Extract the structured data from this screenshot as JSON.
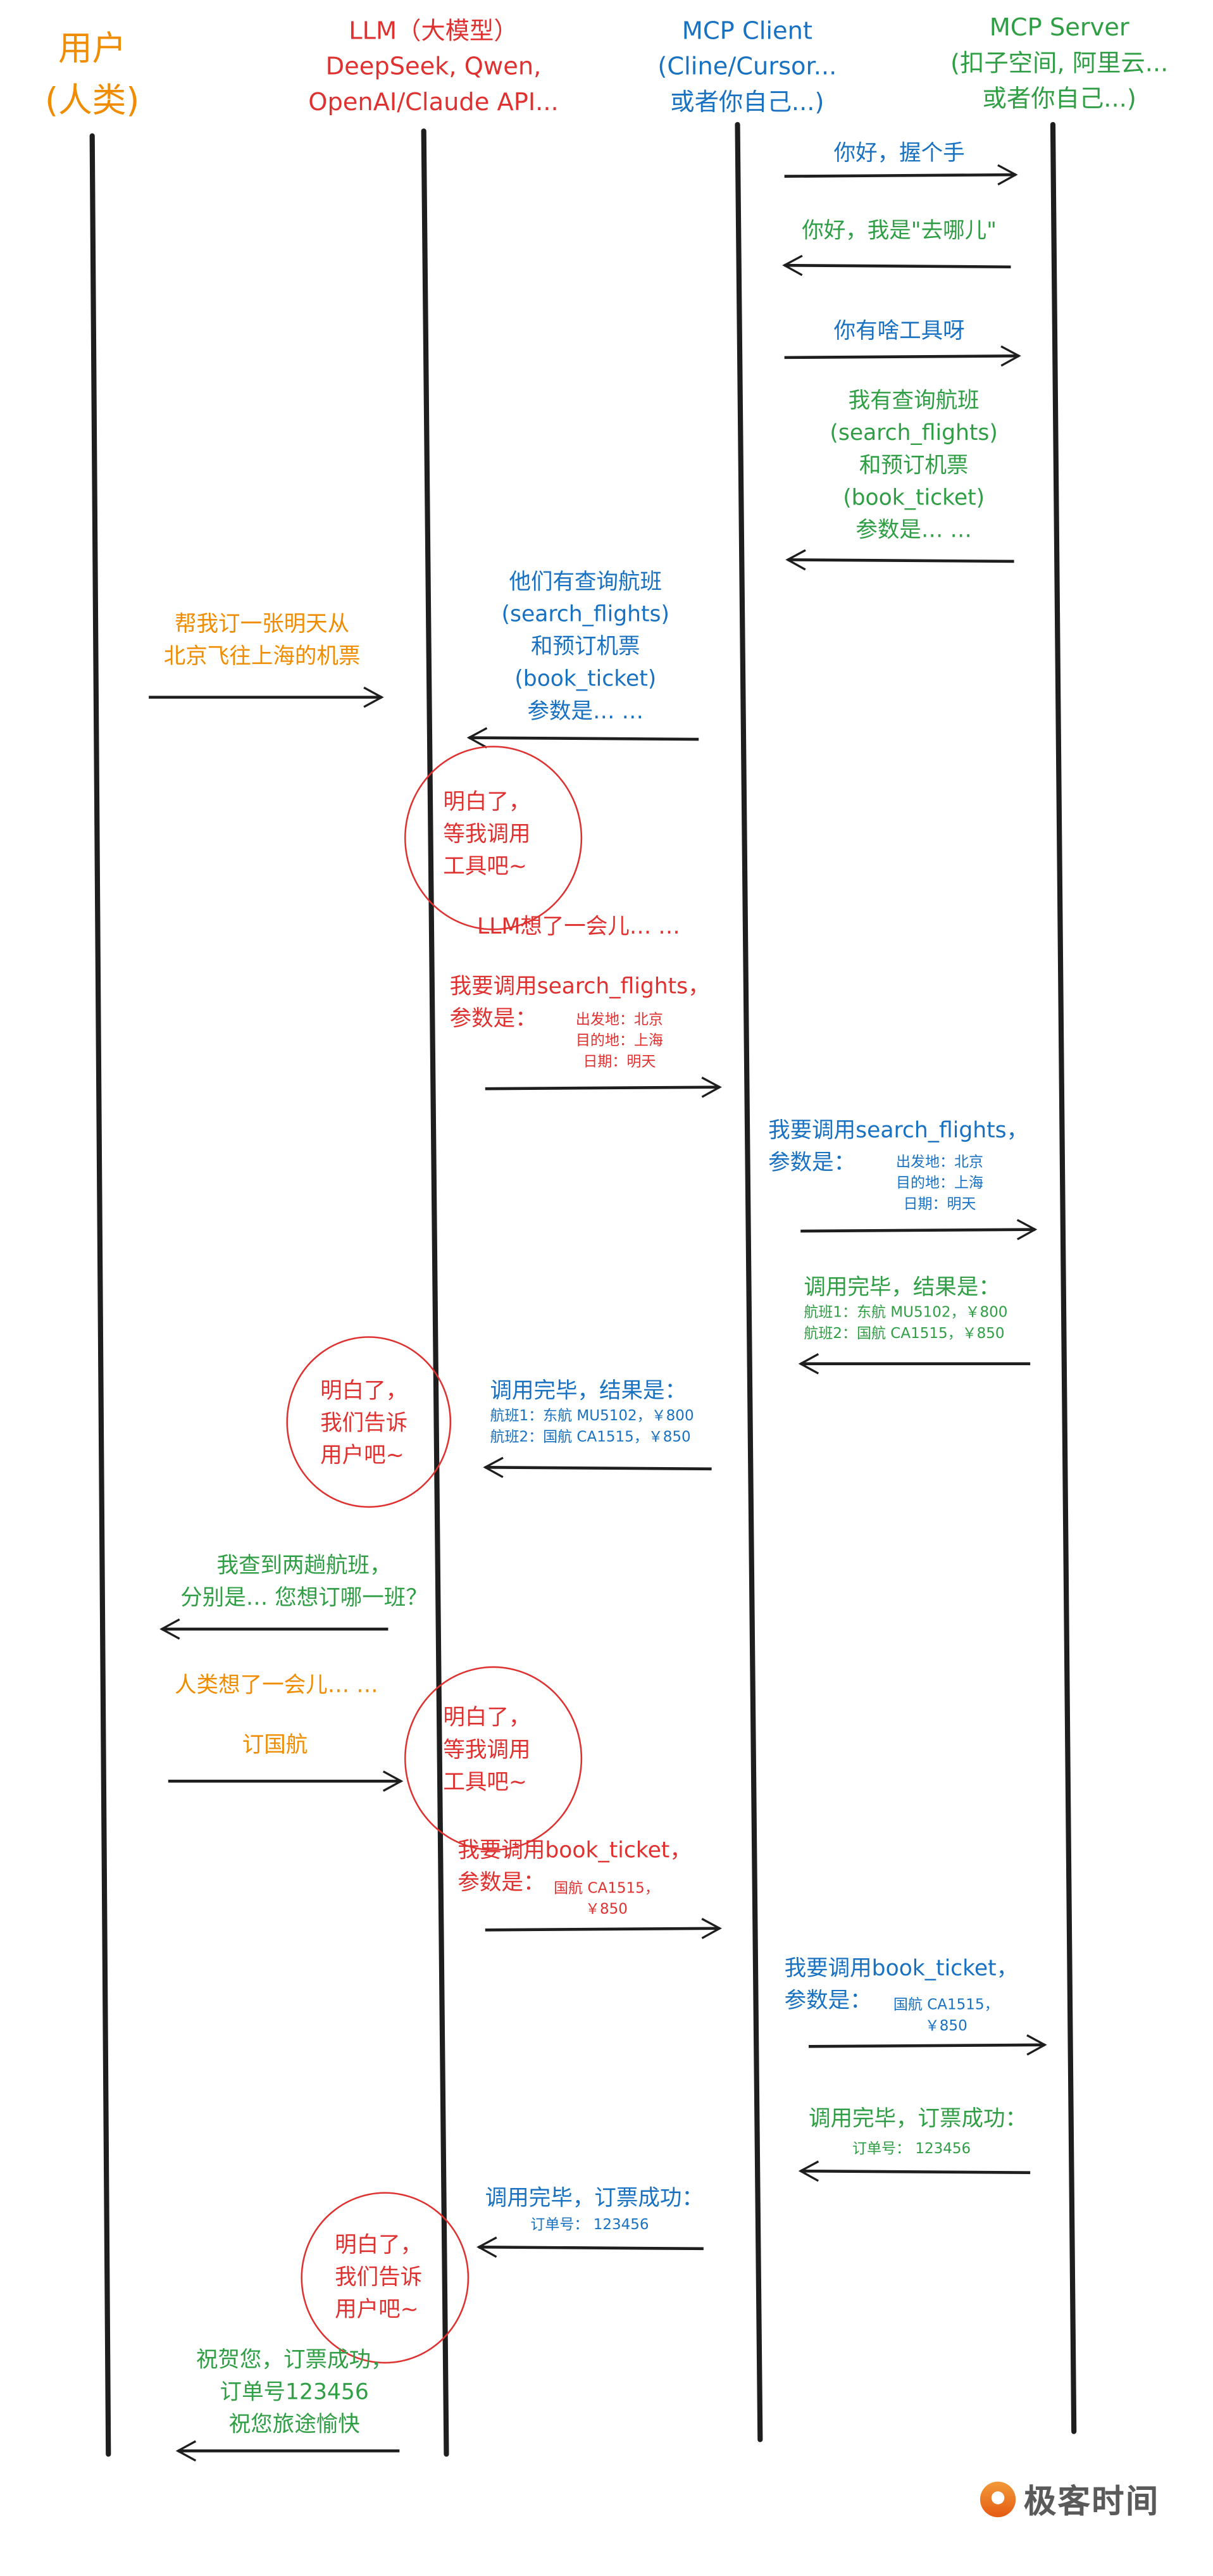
{
  "colors": {
    "user": "#f08c00",
    "llm": "#e03131",
    "client": "#1971c2",
    "server": "#2f9e44"
  },
  "headers": {
    "user": [
      "用户",
      "(人类)"
    ],
    "llm": [
      "LLM（大模型）",
      "DeepSeek, Qwen,",
      "OpenAI/Claude API..."
    ],
    "client": [
      "MCP Client",
      "(Cline/Cursor...",
      "或者你自己...)"
    ],
    "server": [
      "MCP Server",
      "(扣子空间, 阿里云...",
      "或者你自己...)"
    ]
  },
  "messages": {
    "m1": [
      "你好，握个手"
    ],
    "m2": [
      "你好，我是\"去哪儿\""
    ],
    "m3": [
      "你有啥工具呀"
    ],
    "m4": [
      "我有查询航班",
      "(search_flights)",
      "和预订机票",
      "(book_ticket)",
      "参数是… …"
    ],
    "m5": [
      "他们有查询航班",
      "(search_flights)",
      "和预订机票",
      "(book_ticket)",
      "参数是… …"
    ],
    "m6": [
      "帮我订一张明天从",
      "北京飞往上海的机票"
    ],
    "m7": [
      "明白了，",
      "等我调用",
      "工具吧~"
    ],
    "m8": [
      "LLM想了一会儿… …"
    ],
    "m9": [
      "我要调用search_flights，",
      "参数是："
    ],
    "m9s": [
      "出发地：北京",
      "目的地：上海",
      "日期：明天"
    ],
    "m10": [
      "我要调用search_flights，",
      "参数是："
    ],
    "m10s": [
      "出发地：北京",
      "目的地：上海",
      "日期：明天"
    ],
    "m11": [
      "调用完毕，结果是："
    ],
    "m11s": [
      "航班1：东航 MU5102，￥800",
      "航班2：国航 CA1515，￥850"
    ],
    "m12": [
      "明白了，",
      "我们告诉",
      "用户吧~"
    ],
    "m13": [
      "调用完毕，结果是："
    ],
    "m13s": [
      "航班1：东航 MU5102，￥800",
      "航班2：国航 CA1515，￥850"
    ],
    "m14": [
      "我查到两趟航班，",
      "分别是… 您想订哪一班？"
    ],
    "m15": [
      "人类想了一会儿… …"
    ],
    "m16": [
      "订国航"
    ],
    "m17": [
      "明白了，",
      "等我调用",
      "工具吧~"
    ],
    "m18": [
      "我要调用book_ticket，",
      "参数是："
    ],
    "m18s": [
      "国航 CA1515，",
      "￥850"
    ],
    "m19": [
      "我要调用book_ticket，",
      "参数是："
    ],
    "m19s": [
      "国航 CA1515，",
      "￥850"
    ],
    "m20": [
      "调用完毕，订票成功："
    ],
    "m20s": [
      "订单号： 123456"
    ],
    "m21": [
      "调用完毕，订票成功："
    ],
    "m21s": [
      "订单号： 123456"
    ],
    "m22": [
      "明白了，",
      "我们告诉",
      "用户吧~"
    ],
    "m23": [
      "祝贺您，订票成功，",
      "订单号123456",
      "祝您旅途愉快"
    ]
  },
  "logo": {
    "text": "极客时间"
  }
}
